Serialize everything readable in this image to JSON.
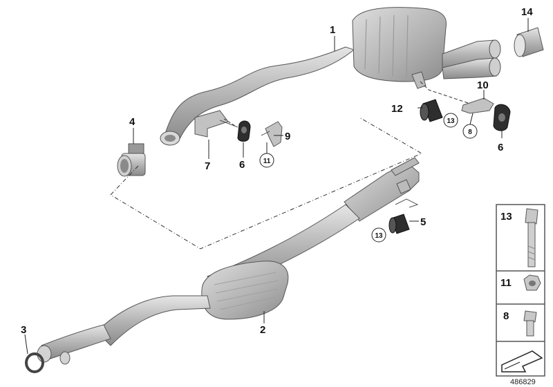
{
  "callouts": {
    "c1": "1",
    "c2": "2",
    "c3": "3",
    "c4": "4",
    "c5": "5",
    "c6a": "6",
    "c6b": "6",
    "c7": "7",
    "c8": "8",
    "c9": "9",
    "c10": "10",
    "c11": "11",
    "c12": "12",
    "c13a": "13",
    "c13b": "13",
    "c14": "14"
  },
  "legend": {
    "item_13": "13",
    "item_11": "11",
    "item_8": "8"
  },
  "diagram_number": "486829",
  "colors": {
    "part_fill": "#c9c9c9",
    "part_dark": "#8e8e8e",
    "rubber": "#2e2e2e",
    "outline": "#444444"
  }
}
